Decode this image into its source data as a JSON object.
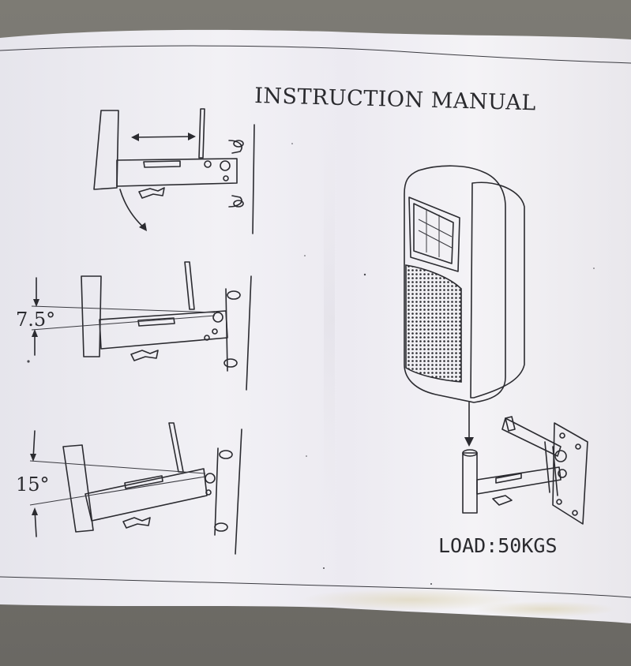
{
  "manual": {
    "title": "INSTRUCTION MANUAL",
    "angle_small": "7.5°",
    "angle_large": "15°",
    "load_label": "LOAD:50KGS"
  },
  "colors": {
    "background": "#75736d",
    "paper": "#efeef3",
    "ink": "#2b2b30"
  }
}
